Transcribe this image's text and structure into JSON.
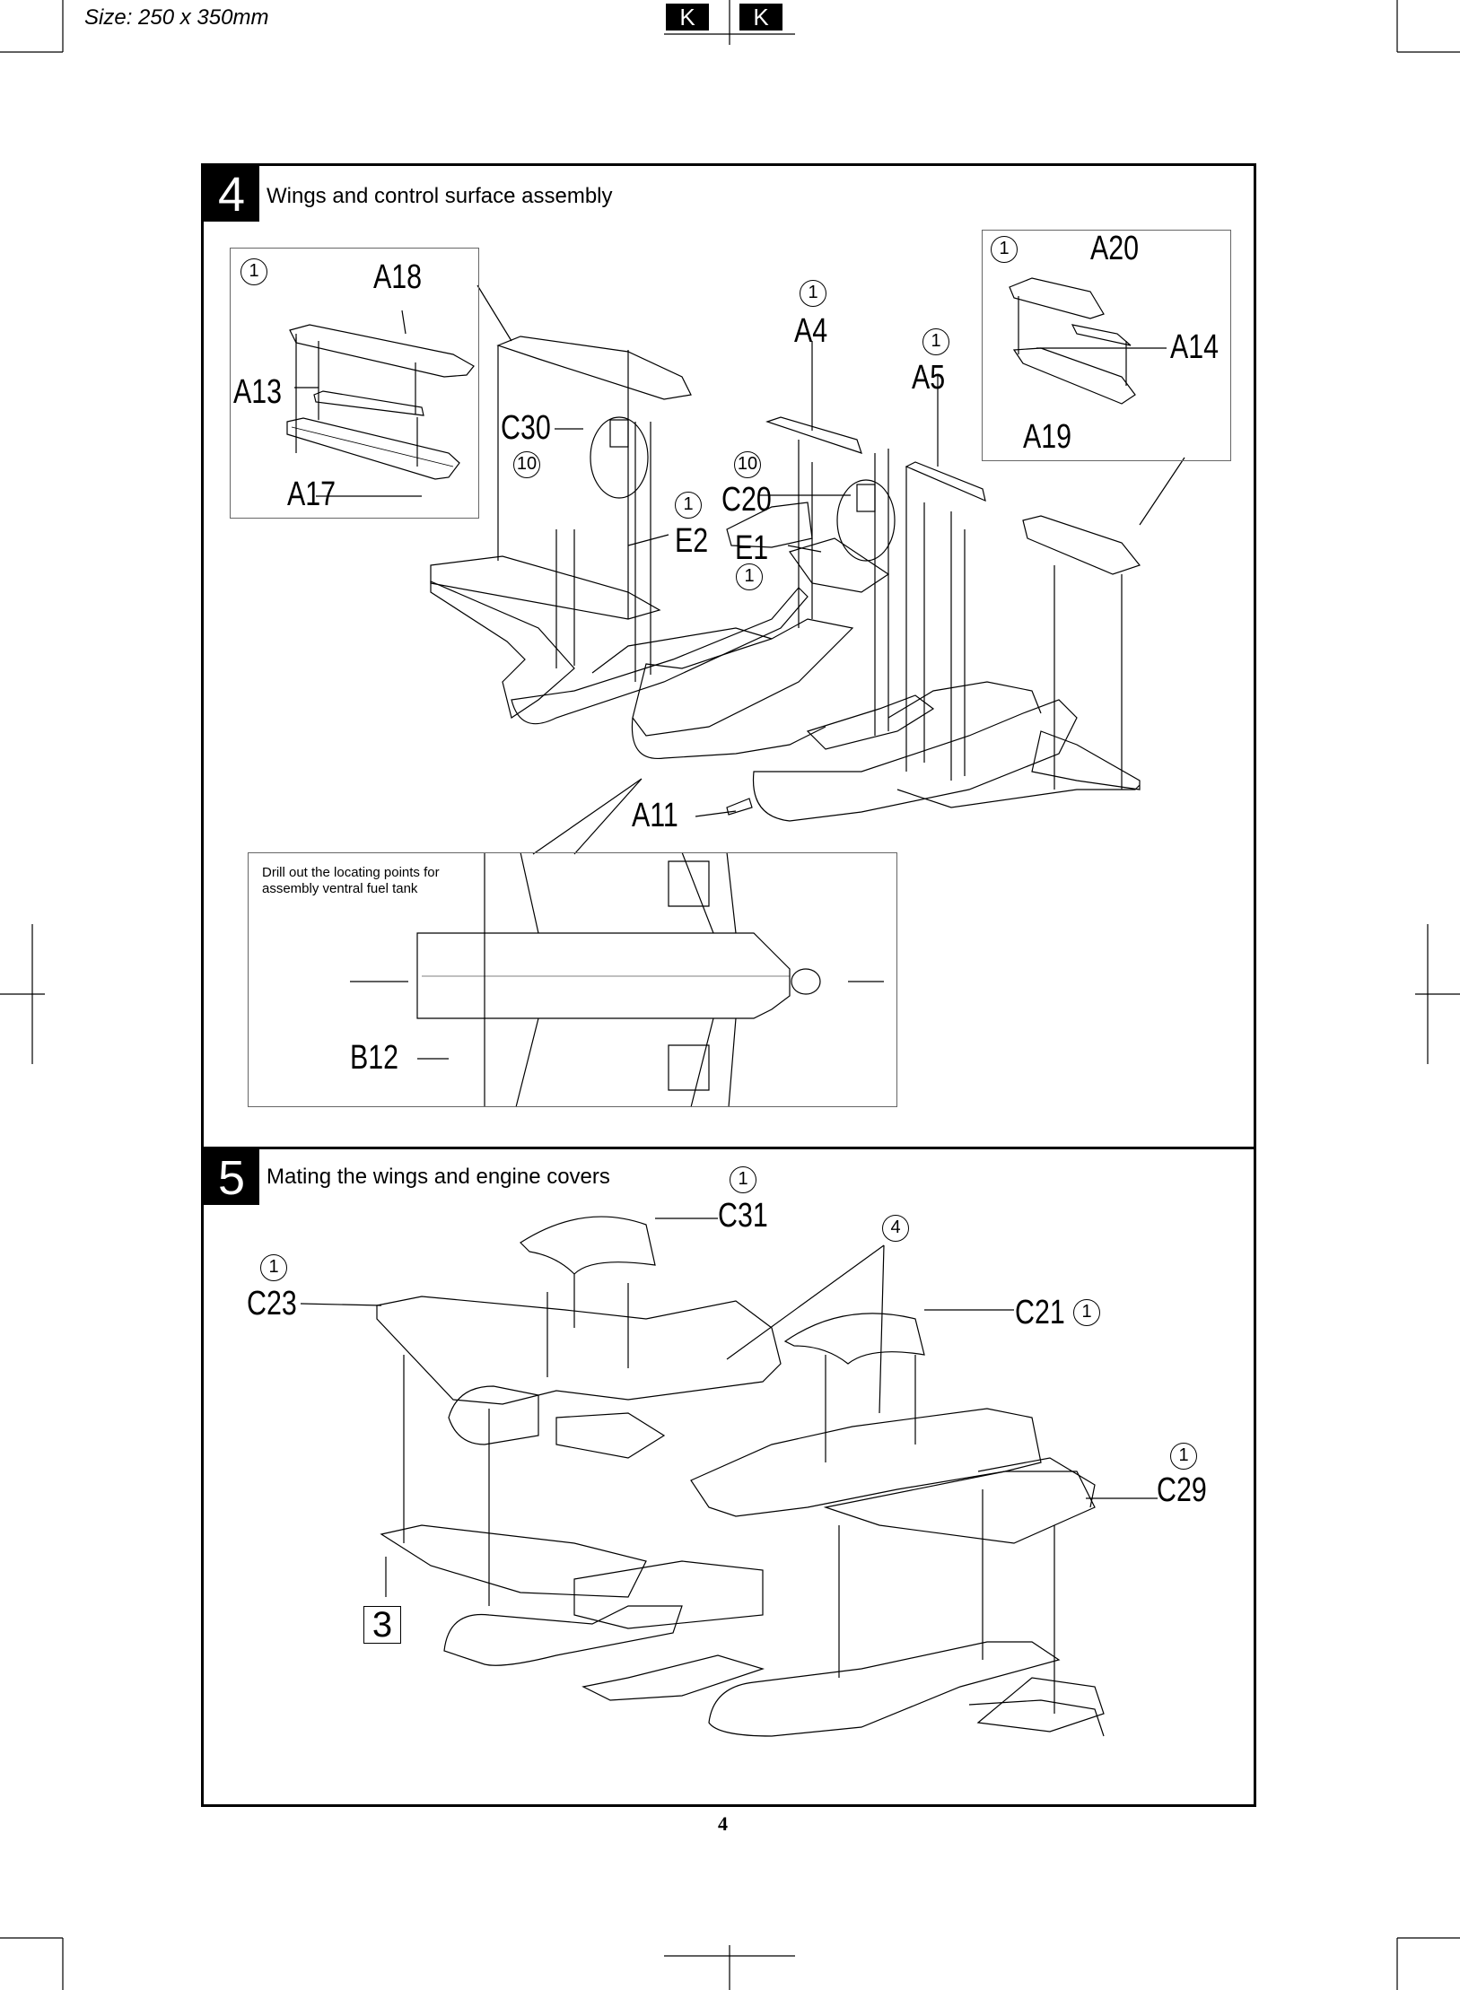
{
  "header": {
    "size_note": "Size: 250 x 350mm",
    "brand_marks": [
      "K",
      "K"
    ]
  },
  "step4": {
    "number": "4",
    "title": "Wings and control surface assembly",
    "inset_left": {
      "qty": "1",
      "parts": {
        "top": "A18",
        "left": "A13",
        "bottom": "A17"
      }
    },
    "inset_right": {
      "qty": "1",
      "parts": {
        "top": "A20",
        "right": "A14",
        "bottom": "A19"
      }
    },
    "callouts": {
      "a4": {
        "qty": "1",
        "part": "A4"
      },
      "a5": {
        "qty": "1",
        "part": "A5"
      },
      "c30": {
        "qty": "10",
        "part": "C30"
      },
      "c20": {
        "qty": "10",
        "part": "C20"
      },
      "e2": {
        "qty": "1",
        "part": "E2"
      },
      "e1": {
        "qty": "1",
        "part": "E1"
      },
      "a11": {
        "part": "A11"
      }
    },
    "drill_inset": {
      "text": "Drill out the locating points for assembly ventral fuel tank",
      "part": "B12"
    }
  },
  "step5": {
    "number": "5",
    "title": "Mating the wings and engine covers",
    "callouts": {
      "c31": {
        "qty": "1",
        "part": "C31"
      },
      "c23": {
        "qty": "1",
        "part": "C23"
      },
      "c21": {
        "qty": "1",
        "part": "C21"
      },
      "c29": {
        "qty": "1",
        "part": "C29"
      },
      "shared": {
        "qty": "4"
      }
    },
    "ref_step": "3"
  },
  "footer": {
    "page_number": "4"
  }
}
